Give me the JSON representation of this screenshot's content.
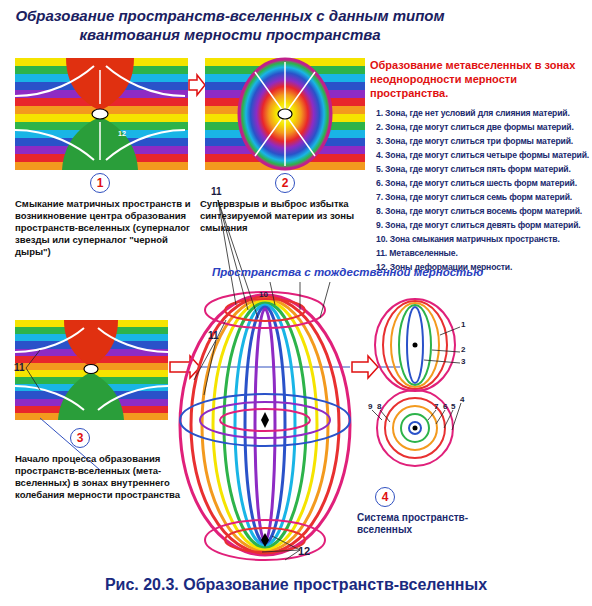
{
  "diagram": {
    "title": "Образование пространств-вселенных с данным типом квантования мерности пространства",
    "caption": "Рис. 20.3. Образование пространств-вселенных",
    "nodes": [
      {
        "text": [
          "1",
          "Смыкание матричных пространств и возникновение центра образования пространств-вселенных (суперналог звезды или суперналог \"черной дыры\")"
        ]
      },
      {
        "text": [
          "2",
          "Супервзрыв и выброс избытка синтезируемой материи из зоны смыкания"
        ]
      },
      {
        "text": [
          "3",
          "Начало процесса образования пространств-вселенных (мета-вселенных) в зонах внутреннего колебания мерности пространства"
        ]
      },
      {
        "text": [
          "4",
          "Система пространств-вселенных"
        ]
      }
    ],
    "labels": [
      "Образование метавселенных в зонах неоднородности мерности пространства.",
      "1. Зона, где нет условий для слияния материй.",
      "2. Зона, где могут слиться две формы материй.",
      "3. Зона, где могут слиться три формы материй.",
      "4. Зона, где могут слиться четыре формы материй.",
      "5. Зона, где могут слиться пять форм материй.",
      "6. Зона, где могут слиться шесть форм материй.",
      "7. Зона, где могут слиться семь форм материй.",
      "8. Зона, где могут слиться восемь форм материй.",
      "9. Зона, где могут слиться девять форм материй.",
      "10. Зона смыкания матричных пространств.",
      "11. Метавселенные.",
      "12. Зоны деформации мерности.",
      "Пространства с тождественной мерностью",
      "11",
      "11",
      "11",
      "12",
      "10",
      "12",
      "1",
      "2",
      "3",
      "4",
      "5",
      "6",
      "7",
      "8",
      "9"
    ]
  }
}
